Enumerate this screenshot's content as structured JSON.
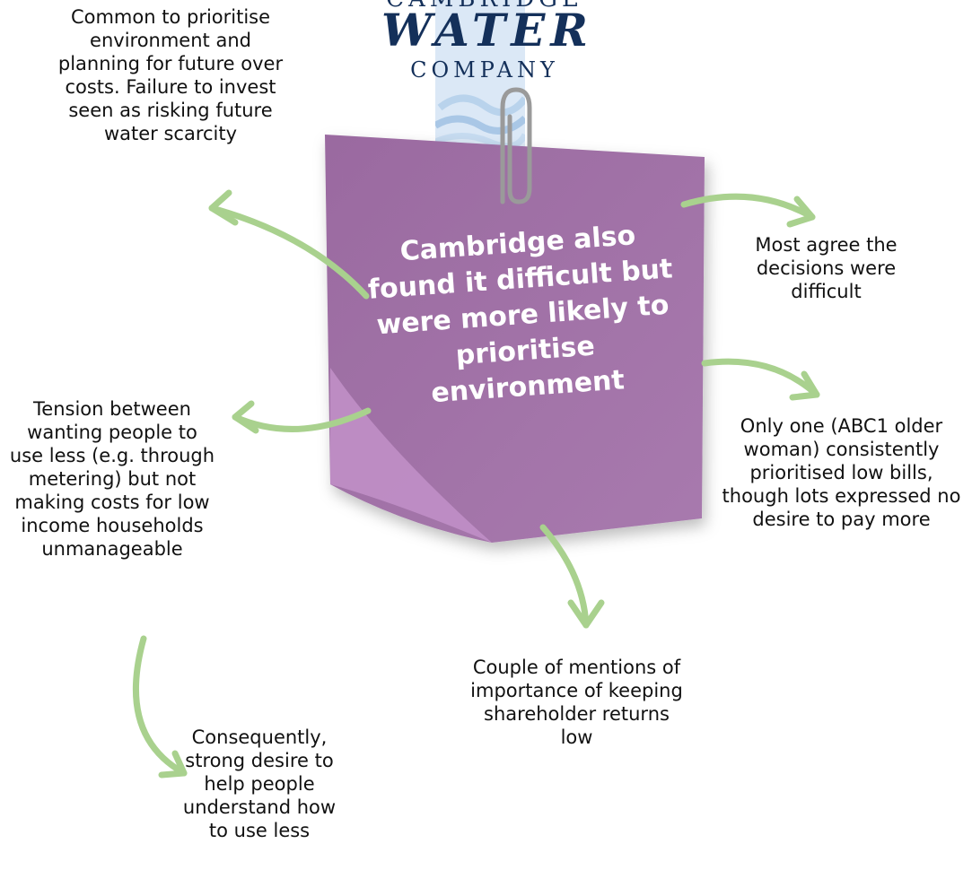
{
  "logo": {
    "line1": "CAMBRIDGE",
    "line2": "WATER",
    "line3": "COMPANY"
  },
  "note": {
    "text": "Cambridge also found it difficult but were more likely to prioritise environment"
  },
  "notes": {
    "top_left": "Common to prioritise environment and planning for future over costs. Failure to invest seen as risking future water scarcity",
    "right_top": "Most agree the decisions were difficult",
    "right_bottom": "Only one (ABC1 older woman) consistently prioritised low bills, though lots expressed no desire to pay more",
    "left_middle": "Tension between wanting people to use less (e.g. through metering) but not making costs for low income households unmanageable",
    "bottom_left": "Consequently, strong desire to help people understand how to use less",
    "bottom_center": "Couple of mentions of importance of keeping shareholder returns low"
  },
  "colors": {
    "sticky_note": "#a072a6",
    "arrow": "#a9d18e",
    "logo_text": "#14305a",
    "logo_wave": "#b9d3ec"
  }
}
